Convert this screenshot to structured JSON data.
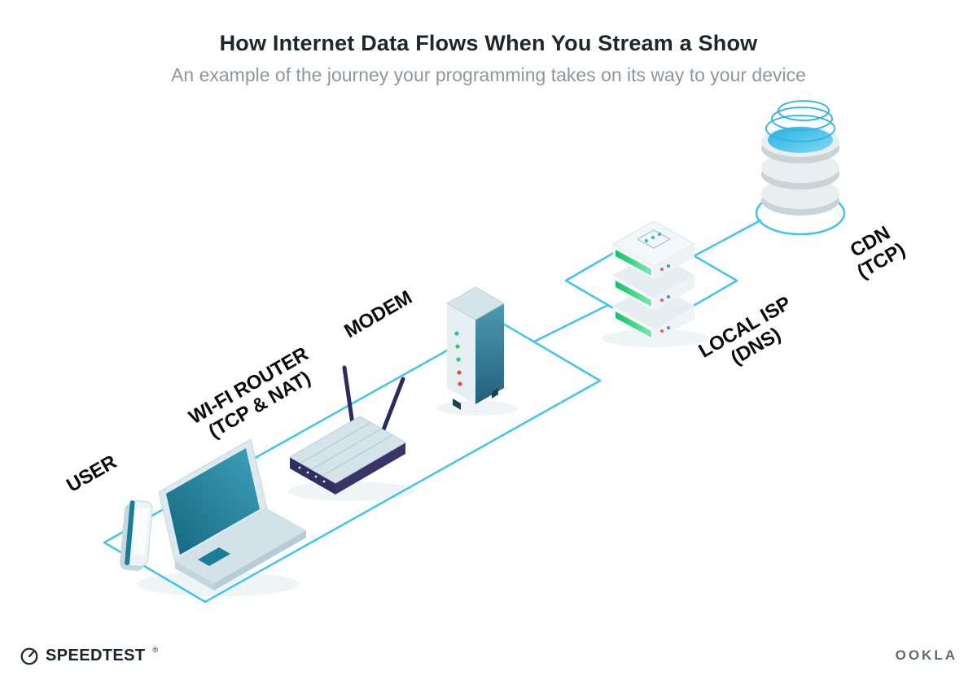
{
  "header": {
    "title": "How Internet Data Flows When You Stream a Show",
    "subtitle": "An example of the journey your programming takes on its way to your device"
  },
  "diagram": {
    "nodes": [
      {
        "id": "user",
        "label": "USER",
        "sublabel": "",
        "device": "smartphone-and-laptop"
      },
      {
        "id": "wifi-router",
        "label": "WI-FI ROUTER",
        "sublabel": "(TCP & NAT)",
        "device": "wireless-router"
      },
      {
        "id": "modem",
        "label": "MODEM",
        "sublabel": "",
        "device": "modem-tower"
      },
      {
        "id": "local-isp",
        "label": "LOCAL ISP",
        "sublabel": "(DNS)",
        "device": "server-stack"
      },
      {
        "id": "cdn",
        "label": "CDN",
        "sublabel": "(TCP)",
        "device": "database-cylinder"
      }
    ],
    "flow_order": [
      "user",
      "wifi-router",
      "modem",
      "local-isp",
      "cdn"
    ]
  },
  "footer": {
    "speedtest_wordmark": "SPEEDTEST",
    "speedtest_trademark": "®",
    "ookla_wordmark": "OOKLA"
  },
  "colors": {
    "connection_line": "#41c4ee",
    "device_teal": "#1d7c95",
    "led_green": "#2ecc71",
    "led_red": "#e74c3c",
    "antenna_navy": "#2e2a5c",
    "cdn_cyan": "#2fb5e3"
  }
}
